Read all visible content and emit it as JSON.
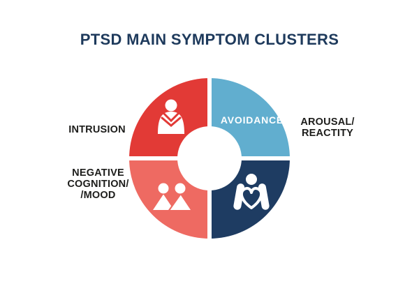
{
  "title": "PTSD MAIN SYMPTOM CLUSTERS",
  "colors": {
    "background": "#ffffff",
    "title_text": "#1e3a5c",
    "outside_label_text": "#1d1d1b",
    "inside_label_text": "#ffffff",
    "segment_intrusion": "#e23a36",
    "segment_avoidance": "#61aecf",
    "segment_arousal_reactity": "#1e3c62",
    "segment_negative_cognition_mood": "#ee6a62",
    "divider_white": "#ffffff"
  },
  "labels": {
    "intrusion": "INTRUSION",
    "avoidance": "AVOIDANCE",
    "negative_line1": "NEGATIVE",
    "negative_line2": "COGNITION/",
    "negative_line3": "/MOOD",
    "arousal_line1": "AROUSAL/",
    "arousal_line2": "REACTITY"
  },
  "donut": {
    "segments": [
      {
        "position": "top-left",
        "label": "INTRUSION",
        "label_placement": "outside-left",
        "color": "#e23a36",
        "icon": "person-chevron-icon"
      },
      {
        "position": "top-right",
        "label": "AVOIDANCE",
        "label_placement": "inside",
        "color": "#61aecf",
        "icon": null
      },
      {
        "position": "bottom-right",
        "label": "AROUSAL/REACTITY",
        "label_placement": "outside-right",
        "color": "#1e3c62",
        "icon": "hands-holding-heart-icon"
      },
      {
        "position": "bottom-left",
        "label": "NEGATIVE COGNITION//MOOD",
        "label_placement": "outside-left",
        "color": "#ee6a62",
        "icon": "two-people-icon"
      }
    ]
  },
  "chart_data": {
    "type": "pie",
    "variant": "donut",
    "title": "PTSD MAIN SYMPTOM CLUSTERS",
    "categories": [
      "INTRUSION",
      "AVOIDANCE",
      "AROUSAL/REACTITY",
      "NEGATIVE COGNITION//MOOD"
    ],
    "values": [
      25,
      25,
      25,
      25
    ],
    "colors": [
      "#e23a36",
      "#61aecf",
      "#1e3c62",
      "#ee6a62"
    ],
    "legend_position": "none",
    "notes": "Four equal quadrants; white divider cross and white center hole"
  }
}
